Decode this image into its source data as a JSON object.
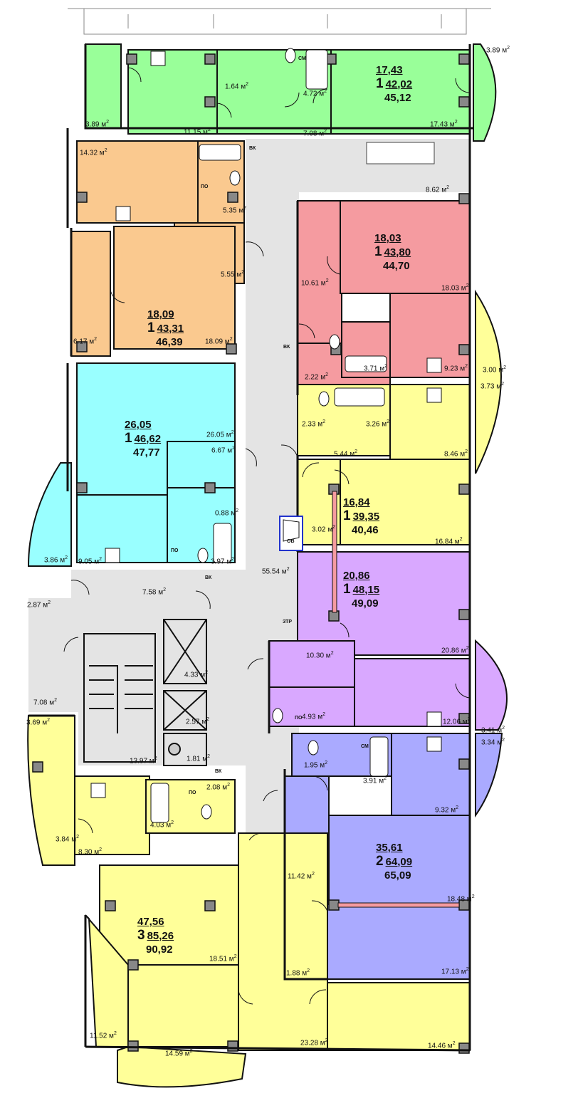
{
  "colors": {
    "green": "#99ff99",
    "orange": "#fac98f",
    "cyan": "#99ffff",
    "red": "#f59ba0",
    "yellow": "#ffff99",
    "violet": "#d9a8ff",
    "blue": "#aaaaff",
    "corridor": "#e4e4e4",
    "wall": "#111111"
  },
  "apartments": [
    {
      "id": "apt-a",
      "living": "17,43",
      "rooms": "1",
      "total": "42,02",
      "full": "45,12"
    },
    {
      "id": "apt-b",
      "living": "18,09",
      "rooms": "1",
      "total": "43,31",
      "full": "46,39"
    },
    {
      "id": "apt-c",
      "living": "26,05",
      "rooms": "1",
      "total": "46,62",
      "full": "47,77"
    },
    {
      "id": "apt-d",
      "living": "18,03",
      "rooms": "1",
      "total": "43,80",
      "full": "44,70"
    },
    {
      "id": "apt-e",
      "living": "16,84",
      "rooms": "1",
      "total": "39,35",
      "full": "40,46"
    },
    {
      "id": "apt-f",
      "living": "20,86",
      "rooms": "1",
      "total": "48,15",
      "full": "49,09"
    },
    {
      "id": "apt-g",
      "living": "35,61",
      "rooms": "2",
      "total": "64,09",
      "full": "65,09"
    },
    {
      "id": "apt-h",
      "living": "47,56",
      "rooms": "3",
      "total": "85,26",
      "full": "90,92"
    }
  ],
  "unit": "м",
  "sq": "2",
  "areas": [
    "3.89",
    "3.89",
    "11.15",
    "1.64",
    "4.72",
    "7.08",
    "17.43",
    "14.32",
    "5.35",
    "8.62",
    "5.55",
    "6.17",
    "18.09",
    "10.61",
    "18.03",
    "3.71",
    "2.22",
    "9.23",
    "3.00",
    "3.73",
    "2.33",
    "3.26",
    "5.44",
    "8.46",
    "26.05",
    "6.67",
    "0.88",
    "3.02",
    "16.84",
    "3.86",
    "9.05",
    "3.97",
    "55.54",
    "7.58",
    "2.87",
    "20.86",
    "10.30",
    "4.33",
    "2.57",
    "1.81",
    "7.08",
    "3.69",
    "4.93",
    "12.06",
    "3.41",
    "3.34",
    "13.97",
    "1.95",
    "3.91",
    "2.08",
    "4.03",
    "3.84",
    "8.30",
    "9.32",
    "11.42",
    "18.48",
    "18.51",
    "1.88",
    "17.13",
    "11.52",
    "14.59",
    "23.28",
    "14.46"
  ],
  "tags": [
    "ВК",
    "ВК",
    "ВК",
    "ВК",
    "ОВ",
    "ЗТР",
    "СМ",
    "СМ",
    "ПО",
    "ПО",
    "ПО",
    "ПО"
  ]
}
